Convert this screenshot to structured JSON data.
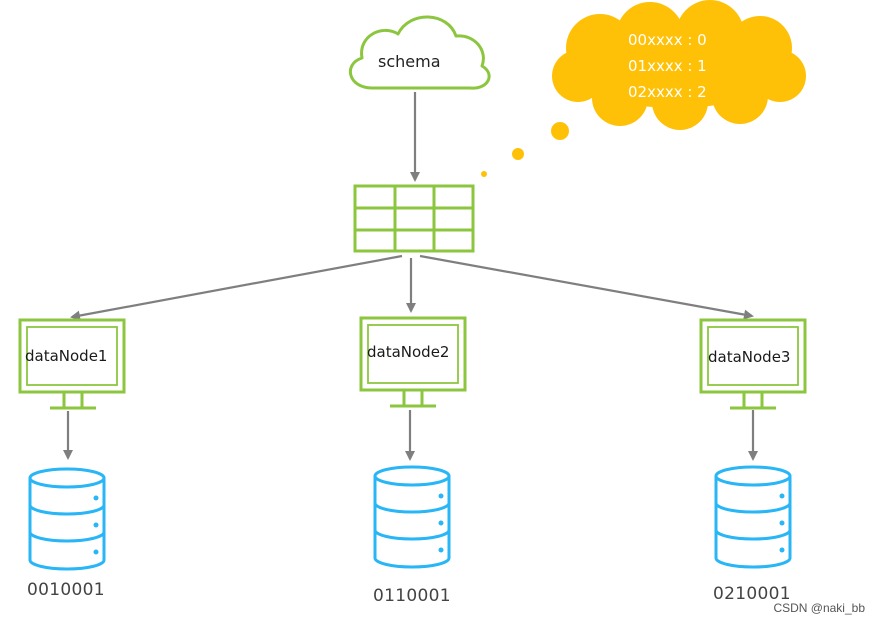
{
  "cloud": {
    "label": "schema"
  },
  "thought_bubble": {
    "lines": [
      "00xxxx : 0",
      "01xxxx : 1",
      "02xxxx : 2"
    ]
  },
  "nodes": [
    {
      "label": "dataNode1"
    },
    {
      "label": "dataNode2"
    },
    {
      "label": "dataNode3"
    }
  ],
  "databases": [
    {
      "label": "0010001"
    },
    {
      "label": "0110001"
    },
    {
      "label": "0210001"
    }
  ],
  "watermark": "CSDN @naki_bb",
  "colors": {
    "green": "#8cc63f",
    "blue": "#29b6f6",
    "bubble": "#ffc107",
    "arrow": "#7f7f7f"
  }
}
